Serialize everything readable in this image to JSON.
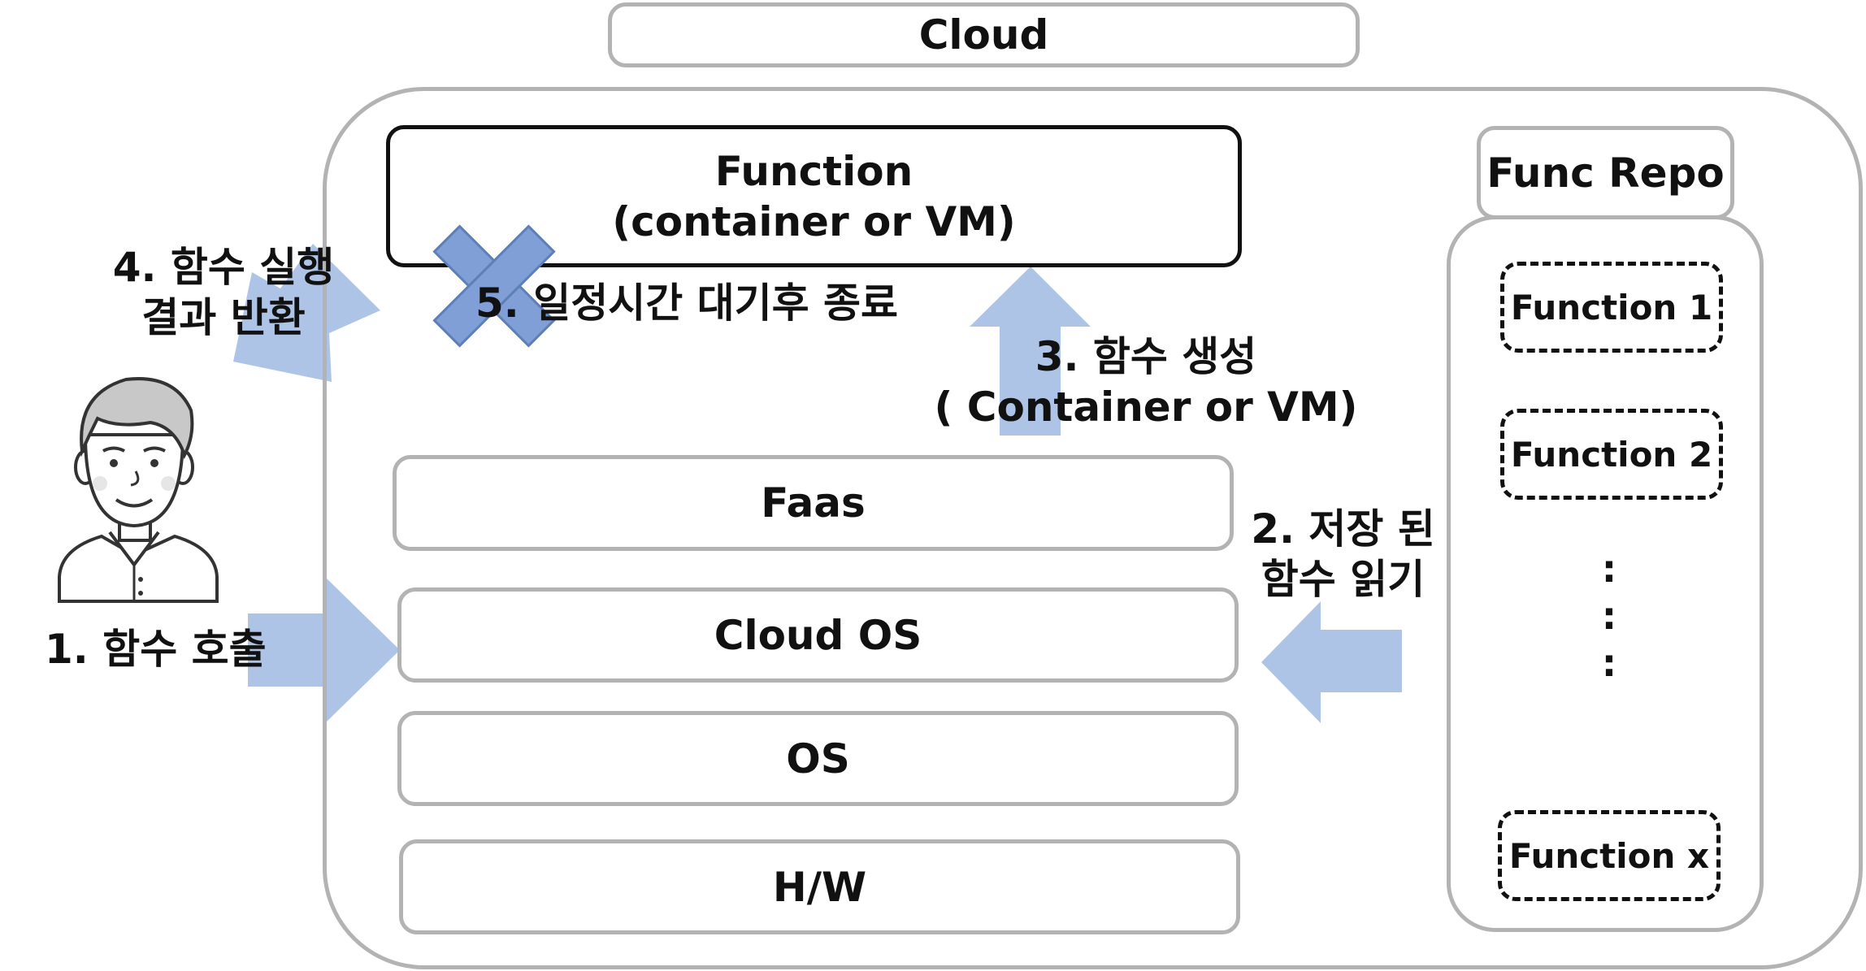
{
  "cloud_title": "Cloud",
  "function_box": {
    "line1": "Function",
    "line2": "(container or VM)"
  },
  "repo": {
    "title": "Func Repo",
    "items": [
      "Function 1",
      "Function 2",
      "Function x"
    ],
    "ellipsis": [
      ":",
      ":",
      ":"
    ]
  },
  "layers": [
    "Faas",
    "Cloud OS",
    "OS",
    "H/W"
  ],
  "steps": {
    "s1": "1. 함수 호출",
    "s2": {
      "line1": "2. 저장 된",
      "line2": "함수 읽기"
    },
    "s3": {
      "line1": "3. 함수 생성",
      "line2": "( Container or VM)"
    },
    "s4": {
      "line1": "4. 함수 실행",
      "line2": "결과 반환"
    },
    "s5": "5. 일정시간 대기후 종료"
  },
  "colors": {
    "arrow": "#aec4e6",
    "x_mark": "#7f9fd6",
    "border_gray": "#b3b3b3",
    "border_dark": "#111111"
  },
  "icons": {
    "user": "user-avatar-icon",
    "terminate": "x-mark-icon"
  }
}
